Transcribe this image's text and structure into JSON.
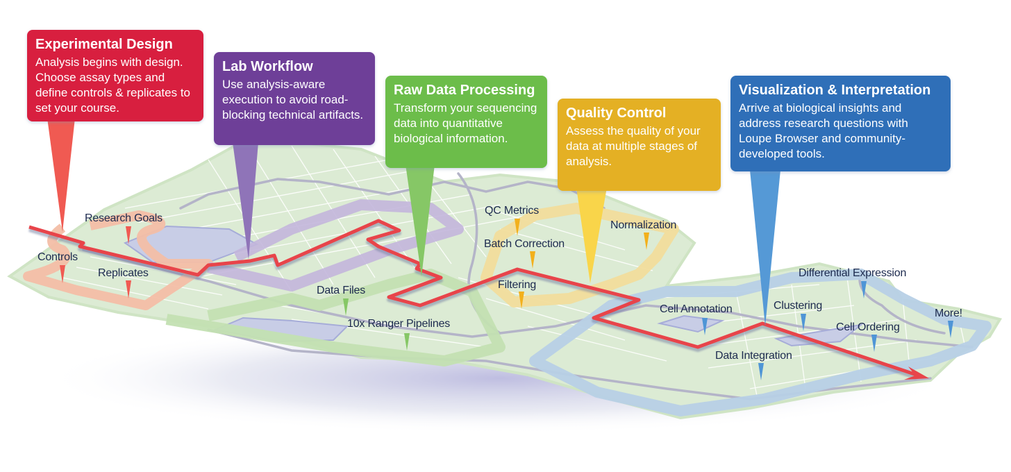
{
  "colors": {
    "design": "#d81f3f",
    "design_pin": "#f05a52",
    "lab": "#6e3f98",
    "lab_pin": "#8f74b8",
    "raw": "#6cbd4a",
    "raw_pin": "#86c766",
    "qc": "#e4b024",
    "qc_pin": "#f9d54a",
    "viz": "#2f6fb8",
    "viz_pin": "#5599d6",
    "route": "#e8444a",
    "label_text": "#1c2a4e",
    "land": "#dcebd4",
    "street": "#ffffff",
    "highway": "#b4b4c8"
  },
  "stages": [
    {
      "id": "experimental-design",
      "title": "Experimental Design",
      "body": "Analysis begins with design. Choose assay types and define controls & replicates to set your course."
    },
    {
      "id": "lab-workflow",
      "title": "Lab Workflow",
      "body": "Use analysis-aware execution to avoid road-blocking technical artifacts."
    },
    {
      "id": "raw-data-processing",
      "title": "Raw Data Processing",
      "body": "Transform your sequencing data into quantitative biological information."
    },
    {
      "id": "quality-control",
      "title": "Quality Control",
      "body": "Assess the quality of your data at multiple stages of analysis."
    },
    {
      "id": "visualization-interpretation",
      "title": "Visualization & Interpretation",
      "body": "Arrive at biological insights and address research questions with Loupe Browser and community-developed tools."
    }
  ],
  "landmarks": [
    {
      "text": "Research Goals",
      "stage": "experimental-design"
    },
    {
      "text": "Controls",
      "stage": "experimental-design"
    },
    {
      "text": "Replicates",
      "stage": "experimental-design"
    },
    {
      "text": "Data Files",
      "stage": "raw-data-processing"
    },
    {
      "text": "10x Ranger Pipelines",
      "stage": "raw-data-processing"
    },
    {
      "text": "QC Metrics",
      "stage": "quality-control"
    },
    {
      "text": "Batch Correction",
      "stage": "quality-control"
    },
    {
      "text": "Filtering",
      "stage": "quality-control"
    },
    {
      "text": "Normalization",
      "stage": "quality-control"
    },
    {
      "text": "Cell Annotation",
      "stage": "visualization-interpretation"
    },
    {
      "text": "Clustering",
      "stage": "visualization-interpretation"
    },
    {
      "text": "Differential Expression",
      "stage": "visualization-interpretation"
    },
    {
      "text": "Cell Ordering",
      "stage": "visualization-interpretation"
    },
    {
      "text": "Data Integration",
      "stage": "visualization-interpretation"
    },
    {
      "text": "More!",
      "stage": "visualization-interpretation"
    }
  ]
}
